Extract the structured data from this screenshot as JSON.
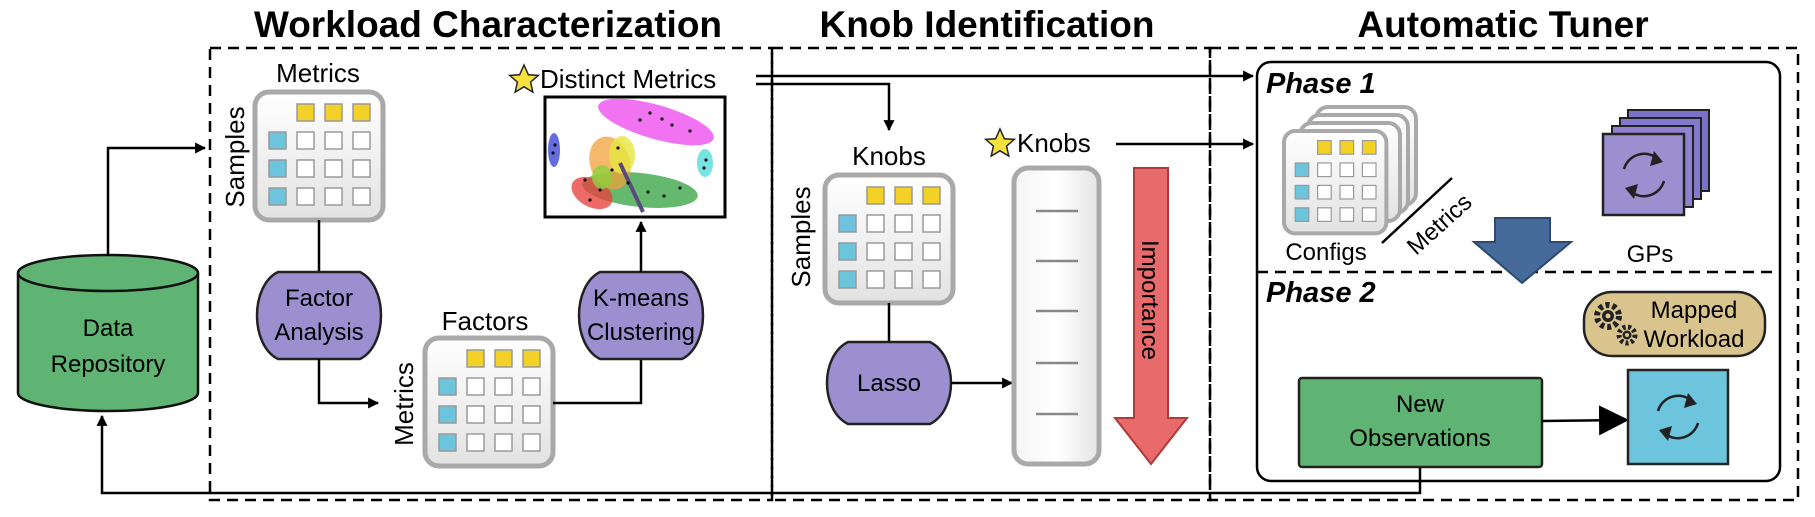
{
  "sections": {
    "workload": "Workload Characterization",
    "knob": "Knob Identification",
    "tuner": "Automatic Tuner"
  },
  "repository": {
    "line1": "Data",
    "line2": "Repository"
  },
  "workload": {
    "metrics_top": "Metrics",
    "samples": "Samples",
    "factor_line1": "Factor",
    "factor_line2": "Analysis",
    "factors": "Factors",
    "metrics_side": "Metrics",
    "kmeans_line1": "K-means",
    "kmeans_line2": "Clustering",
    "distinct_metrics": "Distinct Metrics"
  },
  "knob": {
    "knobs_top": "Knobs",
    "samples": "Samples",
    "lasso": "Lasso",
    "knobs_ranked": "Knobs",
    "importance": "Importance"
  },
  "tuner": {
    "phase1": "Phase 1",
    "phase2": "Phase 2",
    "configs": "Configs",
    "metrics": "Metrics",
    "gps": "GPs",
    "mapped_line1": "Mapped",
    "mapped_line2": "Workload",
    "obs_line1": "New",
    "obs_line2": "Observations"
  },
  "colors": {
    "repository": "#5fb373",
    "purple_block": "#9b8fd0",
    "yellow_cell": "#f3d126",
    "blue_cell": "#6cc4dd",
    "importance_arrow": "#e86a6a",
    "phase_arrow": "#466a9a",
    "mapped_workload": "#d9c48e",
    "observations": "#5fb373",
    "gp_box": "#6cc4dd",
    "star": "#f6e23a"
  },
  "icons": [
    "star-icon",
    "gear-icon",
    "refresh-icon",
    "cylinder-icon"
  ]
}
